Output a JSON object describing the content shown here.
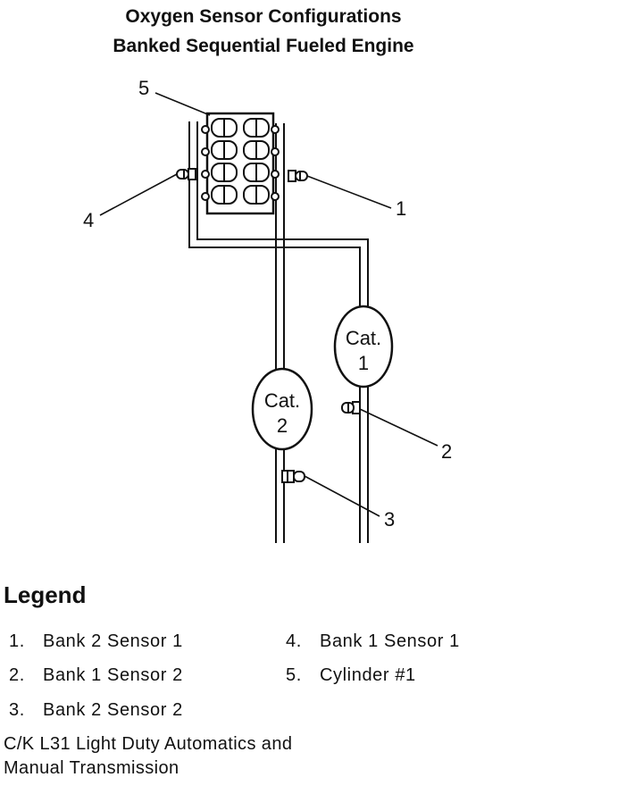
{
  "title": {
    "line1": "Oxygen Sensor Configurations",
    "line2": "Banked Sequential Fueled Engine"
  },
  "diagram": {
    "callouts": [
      "1",
      "2",
      "3",
      "4",
      "5"
    ],
    "converters": [
      {
        "line1": "Cat.",
        "line2": "1"
      },
      {
        "line1": "Cat.",
        "line2": "2"
      }
    ]
  },
  "legend": {
    "heading": "Legend",
    "items": [
      {
        "num": "1.",
        "label": "Bank 2 Sensor 1"
      },
      {
        "num": "2.",
        "label": "Bank 1 Sensor 2"
      },
      {
        "num": "3.",
        "label": "Bank 2 Sensor 2"
      },
      {
        "num": "4.",
        "label": "Bank 1 Sensor 1"
      },
      {
        "num": "5.",
        "label": "Cylinder #1"
      }
    ],
    "note_line1": "C/K L31 Light Duty Automatics and",
    "note_line2": "Manual Transmission"
  }
}
